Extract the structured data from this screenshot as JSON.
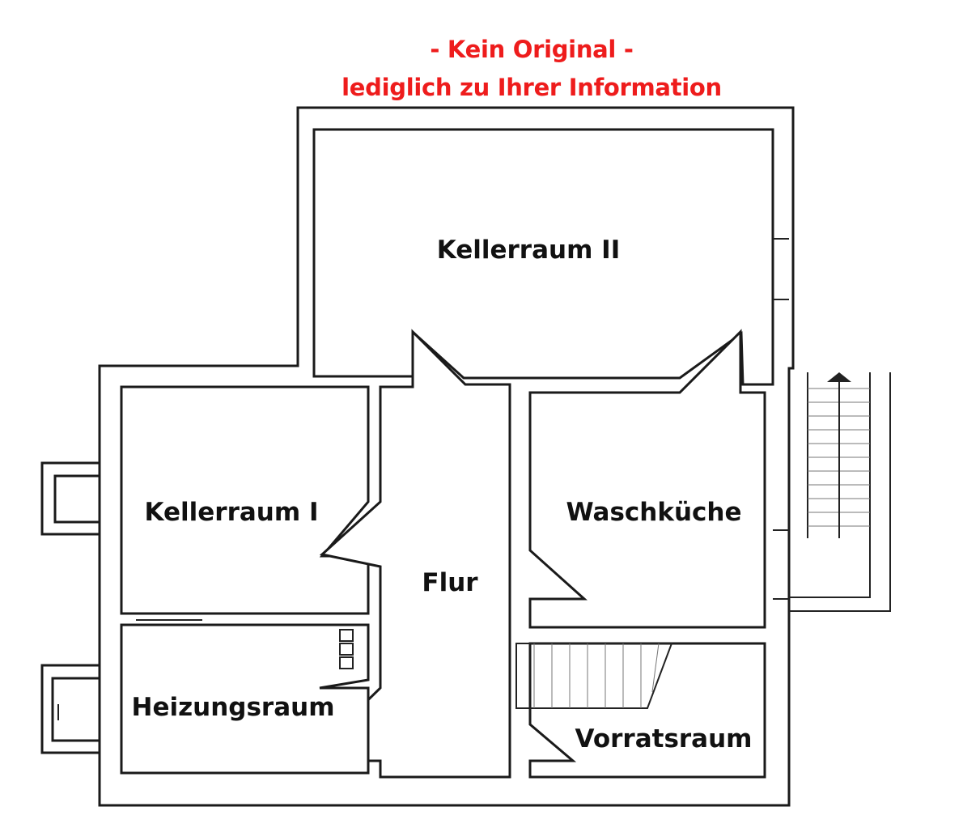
{
  "notice": {
    "line1": "- Kein Original -",
    "line2": "lediglich zu Ihrer Information",
    "color": "#ee1c1c"
  },
  "rooms": {
    "kellerraum_2": "Kellerraum II",
    "kellerraum_1": "Kellerraum I",
    "waschkueche": "Waschküche",
    "flur": "Flur",
    "heizungsraum": "Heizungsraum",
    "vorratsraum": "Vorratsraum"
  }
}
